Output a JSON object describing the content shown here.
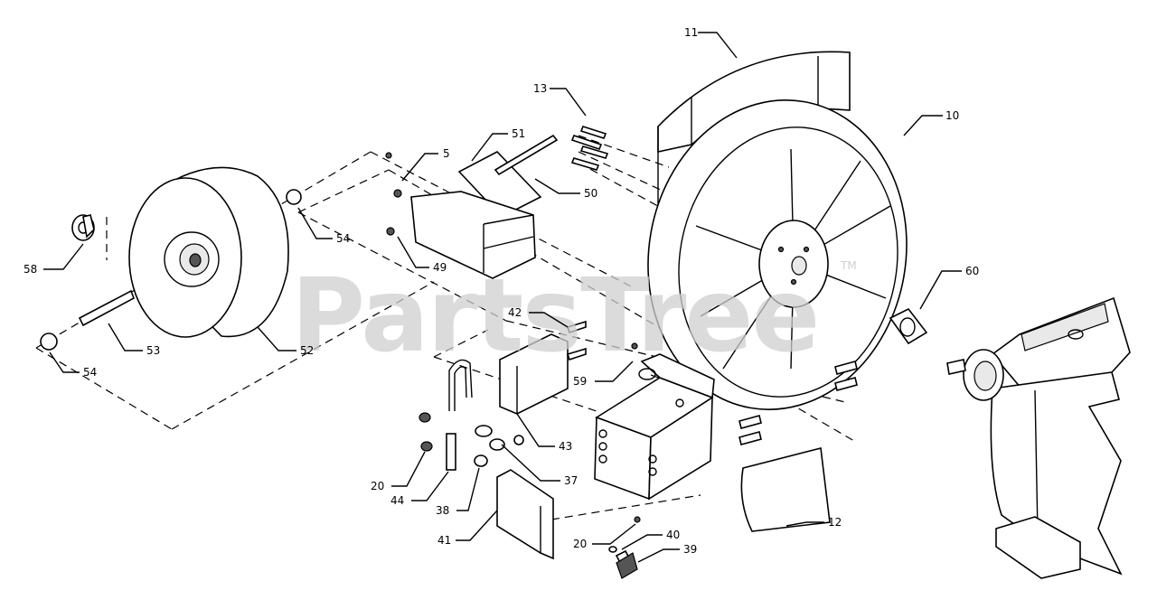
{
  "watermark": {
    "text": "PartsTree",
    "trademark": "TM"
  },
  "callouts": {
    "c11": "11",
    "c13": "13",
    "c10": "10",
    "c51": "51",
    "c5": "5",
    "c50": "50",
    "c54a": "54",
    "c54b": "54",
    "c58": "58",
    "c49": "49",
    "c53": "53",
    "c52": "52",
    "c60": "60",
    "c42": "42",
    "c59": "59",
    "c43": "43",
    "c37": "37",
    "c20a": "20",
    "c44": "44",
    "c38": "38",
    "c41": "41",
    "c20b": "20",
    "c40": "40",
    "c39": "39",
    "c12": "12"
  }
}
